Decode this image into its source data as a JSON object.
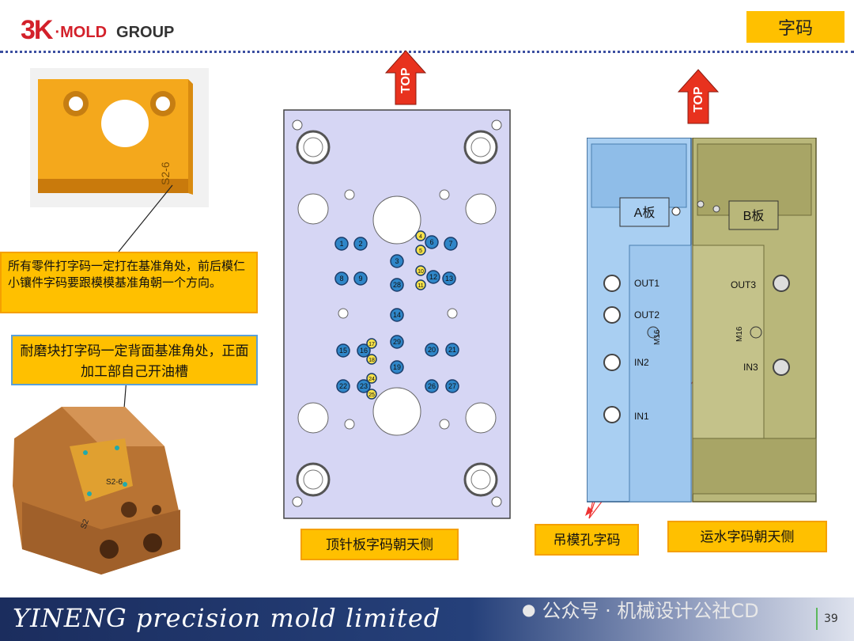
{
  "header": {
    "logo_mark": "3K",
    "logo_mold": "·MOLD",
    "logo_group": "GROUP",
    "title": "字码"
  },
  "callouts": {
    "corner_note": "所有零件打字码一定打在基准角处，前后模仁小镶件字码要跟模模基准角朝一个方向。",
    "wear_block_note": "耐磨块打字码一定背面基准角处，正面加工部自己开油槽",
    "ejector_plate_label": "顶针板字码朝天侧",
    "lifting_hole_label": "吊模孔字码",
    "water_label": "运水字码朝天侧"
  },
  "arrows": {
    "top_label": "TOP"
  },
  "part_labels": {
    "block_code": "S2-6",
    "wear_code": "S2-6",
    "wear_side_code": "S2"
  },
  "ejector_plate": {
    "numbers": [
      "1",
      "2",
      "3",
      "4",
      "5",
      "6",
      "7",
      "8",
      "9",
      "10",
      "11",
      "12",
      "13",
      "14",
      "15",
      "16",
      "17",
      "18",
      "19",
      "20",
      "21",
      "22",
      "23",
      "24",
      "25",
      "26",
      "27",
      "28",
      "29"
    ]
  },
  "plates": {
    "a_label": "A板",
    "b_label": "B板",
    "ports": [
      "OUT1",
      "OUT2",
      "IN2",
      "IN1",
      "OUT3",
      "IN3"
    ],
    "thread_a": "M16",
    "thread_b": "M16"
  },
  "footer": {
    "company": "YINENG precision mold limited",
    "watermark": "公众号 · 机械设计公社CD",
    "page_number": "39"
  },
  "colors": {
    "accent": "#ffc000",
    "brand_red": "#d3202a",
    "footer_navy": "#1b2d5e",
    "arrow_red": "#e8321e"
  }
}
